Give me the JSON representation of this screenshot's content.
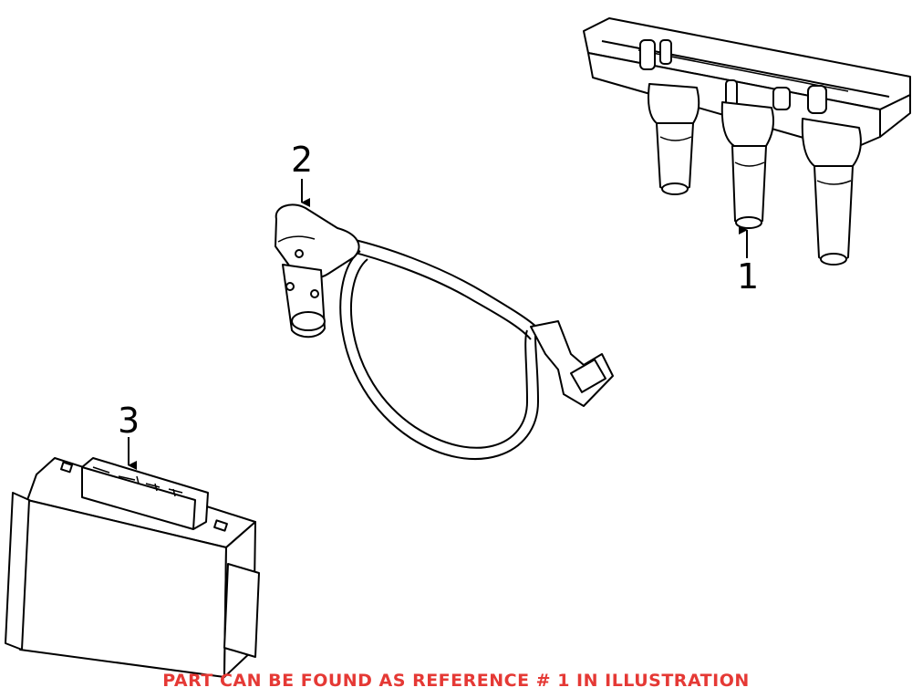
{
  "callouts": [
    {
      "number": "1",
      "part": "ignition-coil-pack"
    },
    {
      "number": "2",
      "part": "crankshaft-position-sensor"
    },
    {
      "number": "3",
      "part": "engine-control-module"
    }
  ],
  "footer_note": "PART CAN BE FOUND AS REFERENCE # 1 IN ILLUSTRATION",
  "colors": {
    "line": "#000000",
    "footer": "#e53935",
    "background": "#ffffff"
  }
}
